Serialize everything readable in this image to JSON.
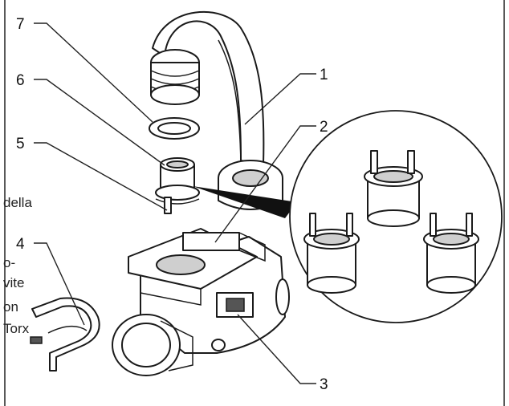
{
  "callouts": [
    {
      "id": "7",
      "label": "7"
    },
    {
      "id": "6",
      "label": "6"
    },
    {
      "id": "5",
      "label": "5"
    },
    {
      "id": "4",
      "label": "4"
    },
    {
      "id": "1",
      "label": "1"
    },
    {
      "id": "2",
      "label": "2"
    },
    {
      "id": "3",
      "label": "3"
    }
  ],
  "side_text": {
    "line1": "della",
    "line2": "o-",
    "line3": "vite",
    "line4": "on",
    "line5": "Torx"
  },
  "colors": {
    "ink": "#1a1a1a",
    "shade": "#cfcfcf",
    "paper": "#ffffff"
  }
}
